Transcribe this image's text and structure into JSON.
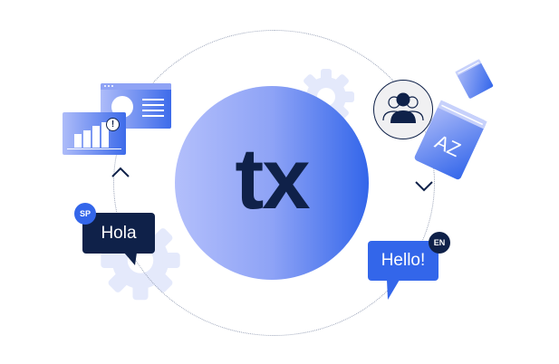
{
  "hub": {
    "label": "tx"
  },
  "source_bubble": {
    "text": "Hola",
    "lang_badge": "SP"
  },
  "target_bubble": {
    "text": "Hello!",
    "lang_badge": "EN"
  },
  "book": {
    "label": "AZ"
  },
  "icons": [
    "gear-icon",
    "browser-window-icon",
    "bar-chart-icon",
    "alert-icon",
    "chevron-up-icon",
    "chevron-down-icon",
    "users-group-icon",
    "book-icon",
    "dictionary-icon"
  ],
  "colors": {
    "navy": "#0f2149",
    "blue": "#3366ea",
    "light_blue": "#b3bffb",
    "gear": "#e3e8fb"
  }
}
